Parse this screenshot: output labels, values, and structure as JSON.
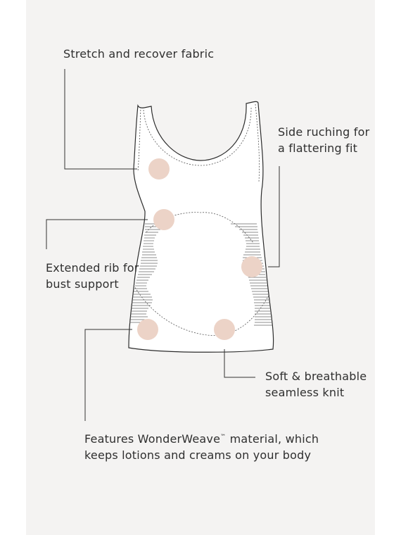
{
  "callouts": {
    "stretch": {
      "line1": "Stretch and recover fabric"
    },
    "ruching": {
      "line1": "Side ruching for",
      "line2": "a flattering fit"
    },
    "rib": {
      "line1": "Extended rib for",
      "line2": "bust support"
    },
    "knit": {
      "line1": "Soft & breathable",
      "line2": "seamless knit"
    },
    "wonderweave": {
      "line1_pre": "Features WonderWeave",
      "trademark": "™",
      "line1_post": " material, which",
      "line2": "keeps lotions and creams on your body"
    }
  },
  "colors": {
    "background": "#f4f3f2",
    "outline": "#2b2b2b",
    "dot": "#ecd3c7"
  }
}
